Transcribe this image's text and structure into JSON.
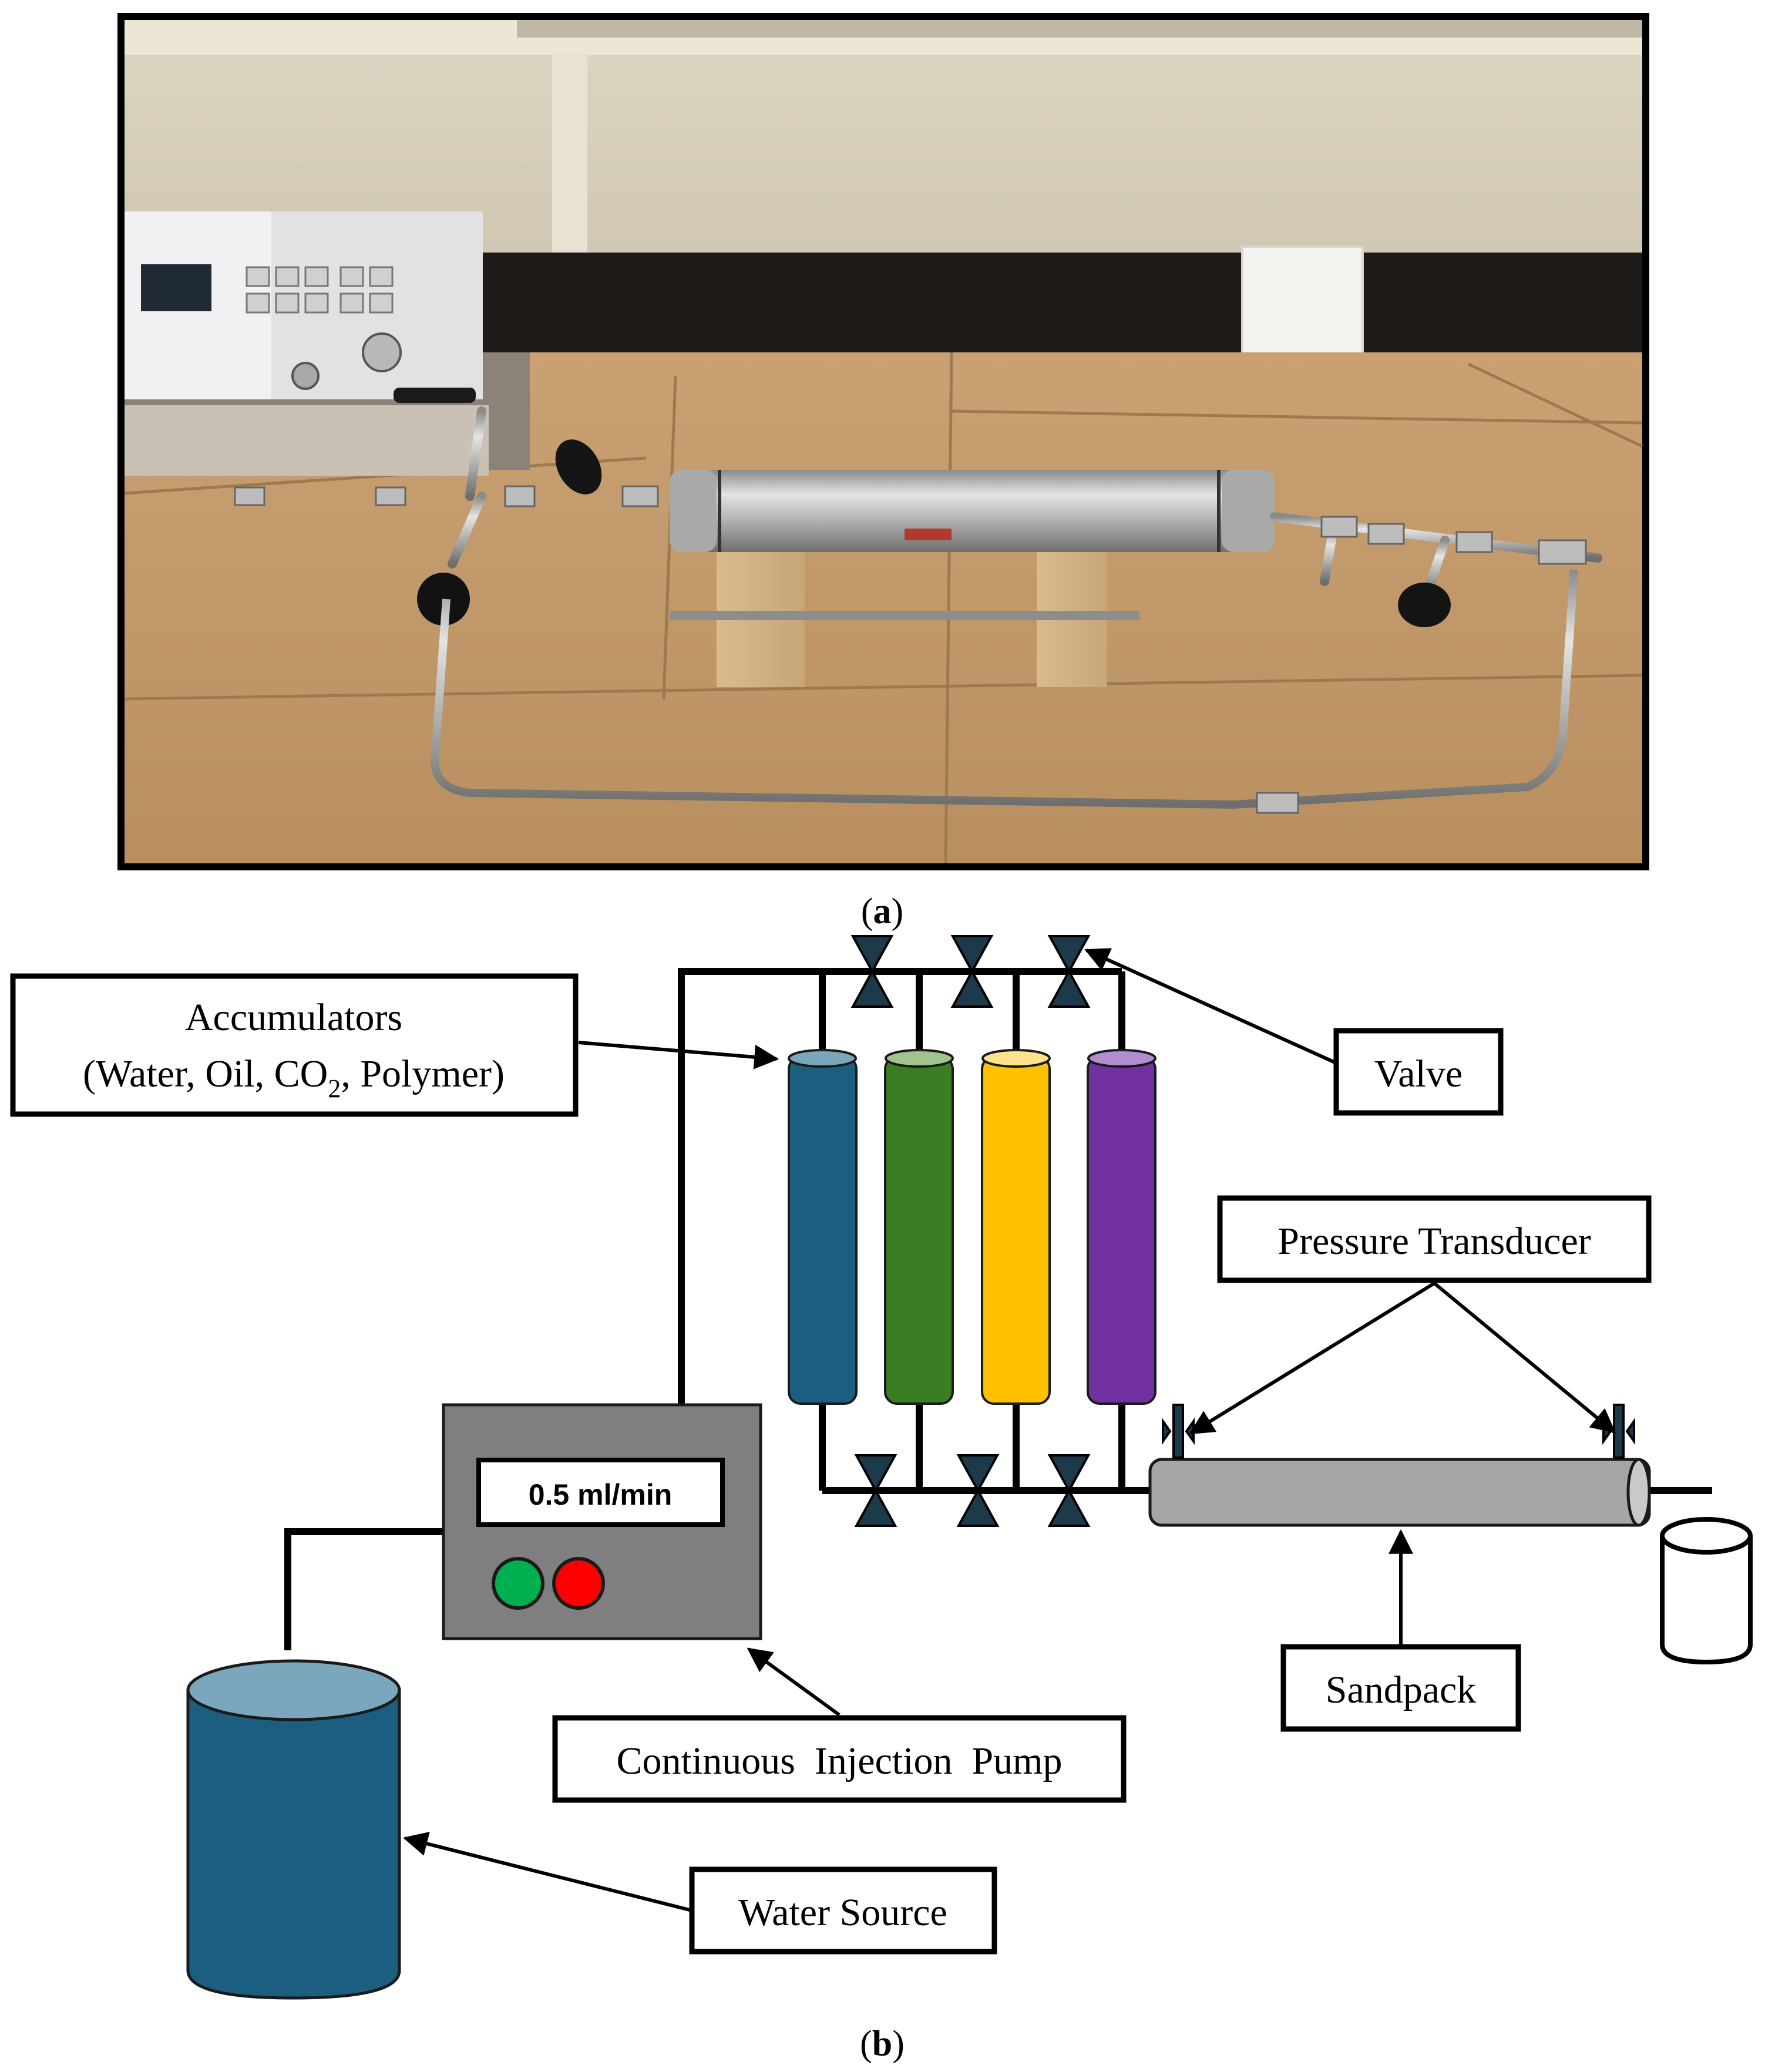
{
  "captions": {
    "a_letter": "a",
    "b_letter": "b",
    "open": "(",
    "close": ")"
  },
  "labels": {
    "accumulators_line1": "Accumulators",
    "accumulators_line2_pre": "(Water, Oil, CO",
    "accumulators_line2_sub": "2",
    "accumulators_line2_post": ", Polymer)",
    "valve": "Valve",
    "pressure_transducer": "Pressure Transducer",
    "sandpack": "Sandpack",
    "pump": "Continuous  Injection  Pump",
    "water_source": "Water Source"
  },
  "pump_display": "0.5 ml/min",
  "colors": {
    "water": "#1B5E80",
    "oil": "#3A7D22",
    "co2": "#FFC000",
    "polymer": "#7030A0",
    "pump_body": "#7F7F7F",
    "start_button": "#00B050",
    "stop_button": "#FF0000",
    "sandpack": "#A6A6A6",
    "water_source": "#1B5E80"
  }
}
